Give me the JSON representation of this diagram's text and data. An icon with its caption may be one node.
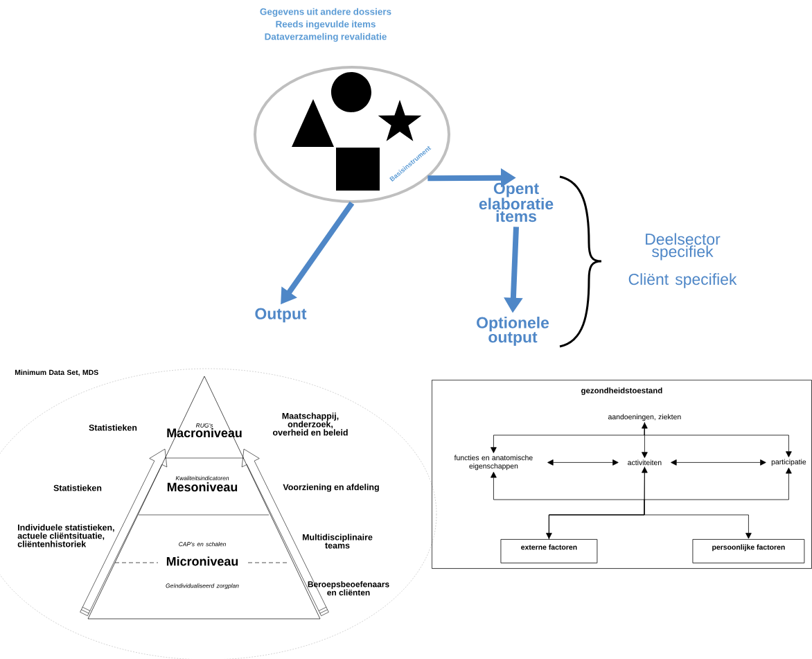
{
  "diagram": {
    "nodes": [
      {
        "text": [
          "Basisinstrument"
        ]
      },
      {
        "text": [
          "Output"
        ]
      },
      {
        "text": [
          "Opent elaboratie items"
        ]
      },
      {
        "text": [
          "Optionele output"
        ]
      },
      {
        "text": [],
        "shape": "triangle"
      },
      {
        "text": [
          "RUG’s",
          "Macroniveau"
        ],
        "in": 4
      },
      {
        "text": [
          "Kwaliteitsindicatoren",
          "Mesoniveau"
        ],
        "in": 4
      },
      {
        "text": [
          "CAP’s en schalen",
          "Microniveau",
          "Geïndividualiseerd zorgplan"
        ],
        "in": 4
      },
      {
        "text": [
          "gezondheidstoestand"
        ]
      },
      {
        "text": [
          "aandoeningen, ziekten"
        ],
        "in": 8
      },
      {
        "text": [
          "functies en anatomische eigenschappen"
        ],
        "in": 8
      },
      {
        "text": [
          "activiteiten"
        ],
        "in": 8
      },
      {
        "text": [
          "participatie"
        ],
        "in": 8
      },
      {
        "text": [
          "externe factoren"
        ],
        "in": 8
      },
      {
        "text": [
          "persoonlijke factoren"
        ],
        "in": 8
      }
    ],
    "edges": [
      {
        "from": 0,
        "to": 1,
        "arrow": "to",
        "style": "thick",
        "color": "#4f87c7"
      },
      {
        "from": 0,
        "to": 2,
        "arrow": "to",
        "style": "thick",
        "color": "#4f87c7"
      },
      {
        "from": 2,
        "to": 3,
        "arrow": "to",
        "style": "thick",
        "color": "#4f87c7"
      },
      {
        "from": 9,
        "to": 11,
        "arrow": "both"
      },
      {
        "from": 10,
        "to": 11,
        "arrow": "both"
      },
      {
        "from": 11,
        "to": 12,
        "arrow": "both"
      },
      {
        "from": 9,
        "to": 10,
        "arrow": "to"
      },
      {
        "from": 9,
        "to": 12,
        "arrow": "to"
      },
      {
        "from": 11,
        "to": 13,
        "arrow": "both"
      },
      {
        "from": 11,
        "to": 14,
        "arrow": "to"
      },
      {
        "from": 13,
        "to": 10,
        "arrow": "to"
      },
      {
        "from": 13,
        "to": 12,
        "arrow": "to"
      }
    ],
    "labels": [
      "Gegevens uit andere dossiers",
      "Reeds ingevulde items",
      "Dataverzameling revalidatie",
      "Deelsector specifiek",
      "Cliënt specifiek",
      "Minimum Data Set, MDS",
      "Statistieken",
      "Maatschappij, onderzoek, overheid en beleid",
      "Statistieken",
      "Voorziening en afdeling",
      "Individuele statistieken, actuele cliëntsituatie, cliëntenhistoriek",
      "Multidisciplinaire teams",
      "Beroepsbeoefenaars en cliënten"
    ]
  }
}
